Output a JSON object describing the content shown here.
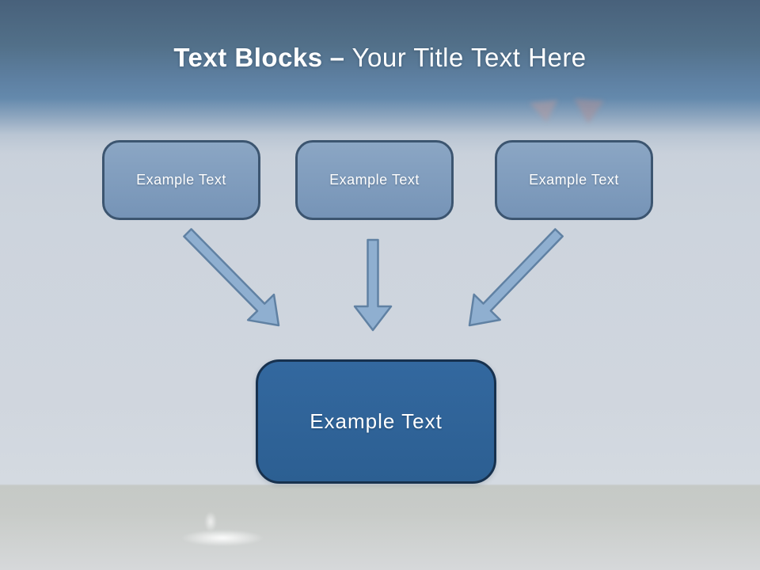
{
  "slide": {
    "title": {
      "bold": "Text Blocks",
      "dash": "–",
      "regular": "Your Title Text Here"
    },
    "blocks": [
      {
        "label": "Example Text"
      },
      {
        "label": "Example Text"
      },
      {
        "label": "Example Text"
      }
    ],
    "summary_block": {
      "label": "Example Text"
    },
    "arrows": [
      {
        "name": "arrow-down-right"
      },
      {
        "name": "arrow-down"
      },
      {
        "name": "arrow-down-left"
      }
    ],
    "colors": {
      "header_top": "#48617b",
      "header_bottom": "#6489ac",
      "sky": "#cdd4dd",
      "sea": "#c5c9c6",
      "box_fill_top": "#8ba6c4",
      "box_fill_bottom": "#7694b7",
      "box_border": "#3c5570",
      "center_fill_top": "#33689f",
      "center_fill_bottom": "#2c5f92",
      "center_border": "#17314e",
      "arrow_fill": "#8fafd0",
      "arrow_border": "#6081a3",
      "text": "#ffffff"
    }
  }
}
